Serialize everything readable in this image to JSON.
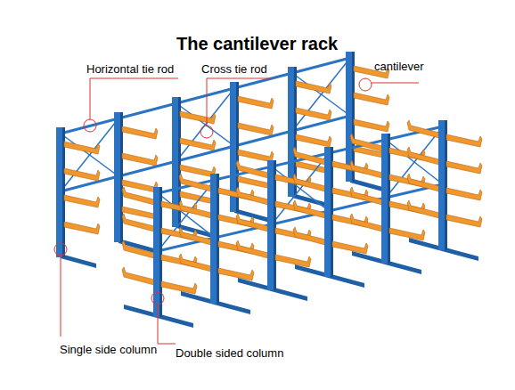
{
  "diagram": {
    "title": "The cantilever rack",
    "labels": [
      "Horizontal tie rod",
      "Cross tie rod",
      "cantilever",
      "Single side column",
      "Double sided column"
    ]
  }
}
